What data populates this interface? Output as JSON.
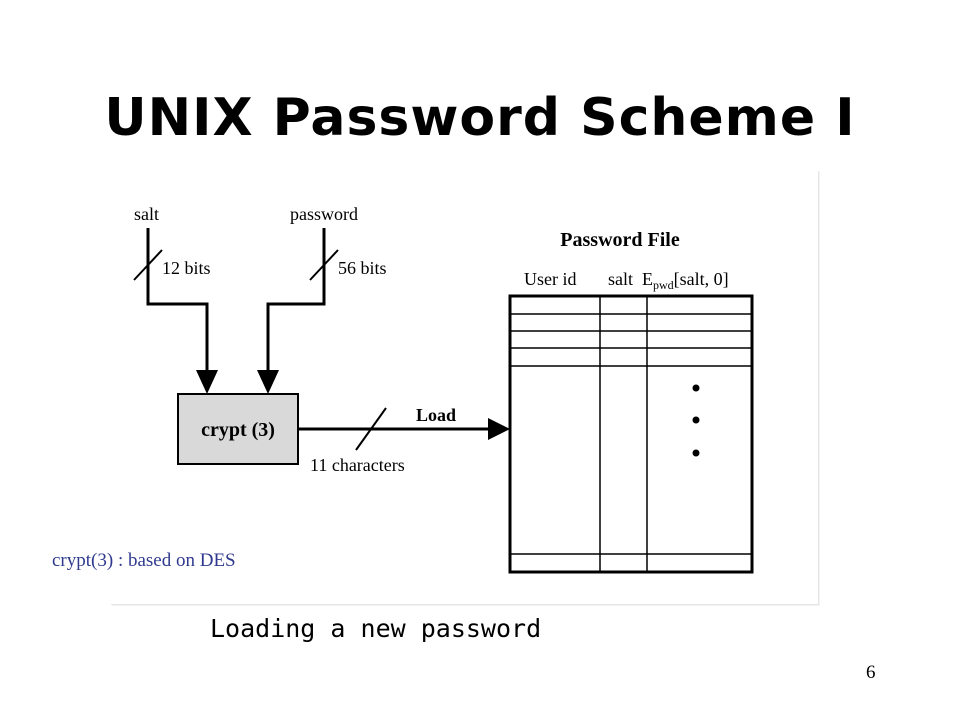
{
  "slide": {
    "title": "UNIX Password Scheme I",
    "caption": "Loading a new password",
    "note": "crypt(3) : based on DES",
    "page_number": "6"
  },
  "diagram": {
    "salt_label": "salt",
    "salt_bits": "12 bits",
    "password_label": "password",
    "password_bits": "56 bits",
    "crypt_label": "crypt (3)",
    "load_label": "Load",
    "output_label": "11 characters",
    "file_title": "Password File",
    "col_userid": "User id",
    "col_salt": "salt",
    "col_epwd_main": "E",
    "col_epwd_sub": "pwd",
    "col_epwd_rest": "[salt, 0]",
    "crypt_box_color": "#d9d9d9"
  }
}
